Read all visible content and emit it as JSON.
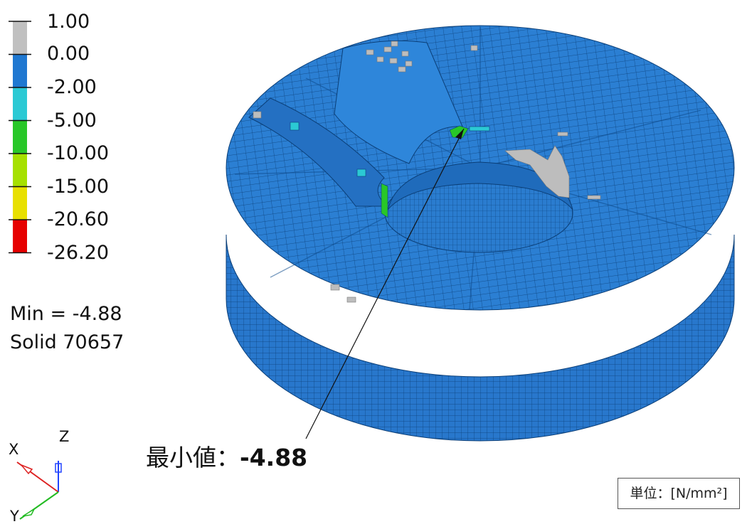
{
  "legend": {
    "labels": [
      "1.00",
      "0.00",
      "-2.00",
      "-5.00",
      "-10.00",
      "-15.00",
      "-20.60",
      "-26.20"
    ],
    "band_colors": [
      "#c0c0c0",
      "#1f78d1",
      "#2bc9d4",
      "#28c728",
      "#a6e000",
      "#e8e000",
      "#e60000"
    ]
  },
  "result_info": {
    "min_text": "Min = -4.88",
    "element_text": "Solid 70657"
  },
  "triad": {
    "x_label": "X",
    "y_label": "Y",
    "z_label": "Z"
  },
  "callout": {
    "prefix": "最小値：",
    "value": "-4.88"
  },
  "unit_label": "単位：[N/mm²]",
  "model_colors": {
    "mesh_fill": "#2b7fd3",
    "mesh_line": "#0b3f78",
    "side_fill": "#2877cc"
  }
}
